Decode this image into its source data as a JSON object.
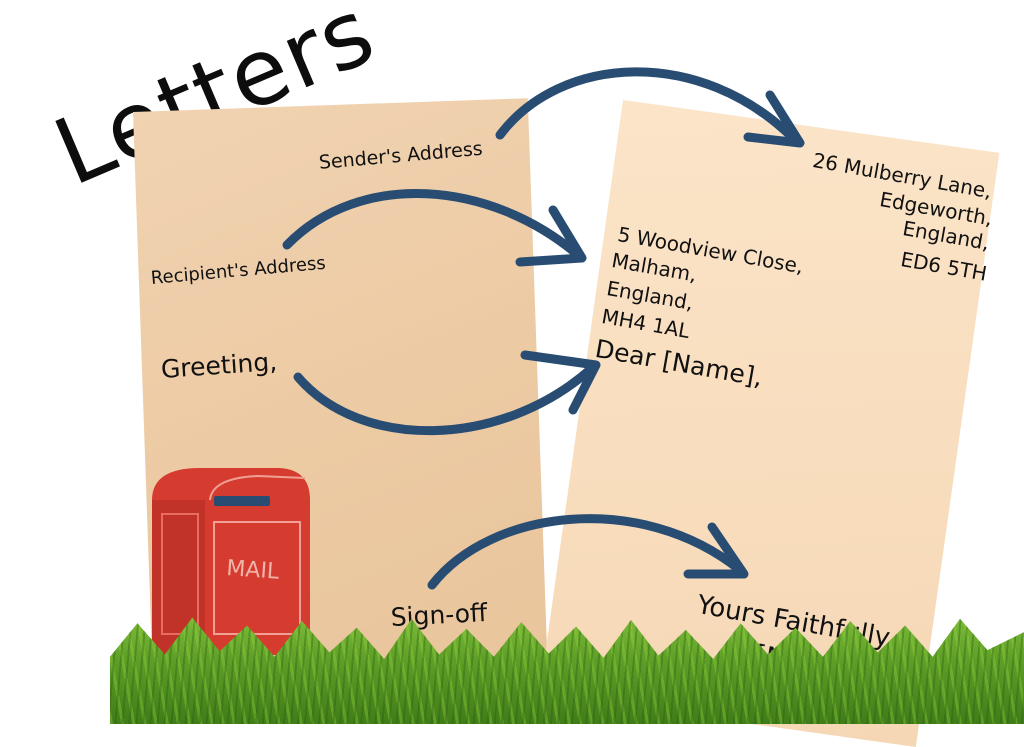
{
  "title": "Letters",
  "template": {
    "sender_address_label": "Sender's Address",
    "recipient_address_label": "Recipient's Address",
    "greeting_label": "Greeting,",
    "signoff_label": "Sign-off"
  },
  "example": {
    "sender_address": [
      "26 Mulberry Lane,",
      "Edgeworth,",
      "England,",
      "ED6 5TH"
    ],
    "recipient_address": [
      "5 Woodview Close,",
      "Malham,",
      "England,",
      "MH4 1AL"
    ],
    "greeting": "Dear [Name],",
    "signoff": [
      "Yours Faithfully,",
      "[Name]"
    ]
  },
  "mailbox": {
    "label": "MAIL"
  },
  "colors": {
    "arrow": "#294d72",
    "paper_left": "#eccaa3",
    "paper_right": "#f8ddbd",
    "mailbox": "#d63b2f",
    "grass": "#5c9e26"
  }
}
